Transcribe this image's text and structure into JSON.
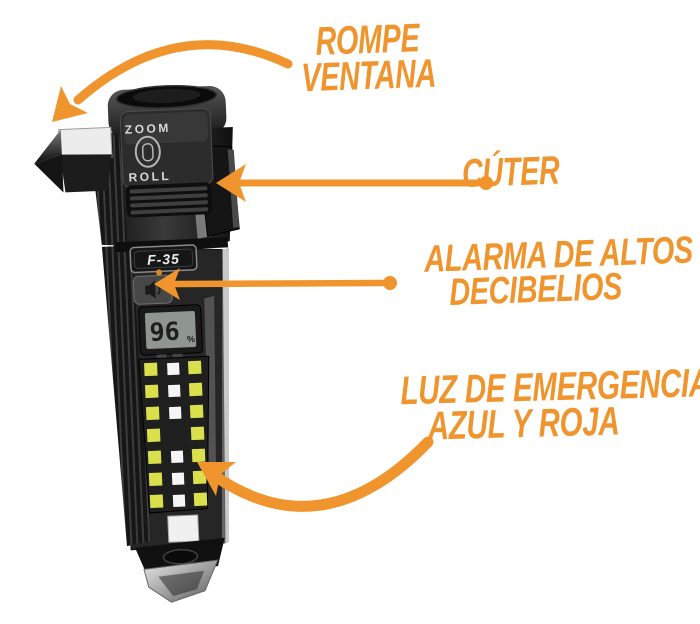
{
  "meta": {
    "background": "#ffffff",
    "accent_orange": "#F0952E",
    "led_yellow": "#d9e04c",
    "led_white": "#f5f5f5"
  },
  "callouts": {
    "rompe_ventana": {
      "line1": "ROMPE",
      "line2": "VENTANA"
    },
    "cuter": {
      "label": "CÚTER"
    },
    "alarma": {
      "line1": "ALARMA DE ALTOS",
      "line2": "DECIBELIOS"
    },
    "luz_emergencia": {
      "line1": "LUZ DE EMERGENCIA",
      "line2": "AZUL Y ROJA"
    }
  },
  "device": {
    "zoom_marking": "ZOOM",
    "roll_marking": "ROLL",
    "model_label": "F-35",
    "battery_value": "96",
    "battery_unit": "%"
  }
}
